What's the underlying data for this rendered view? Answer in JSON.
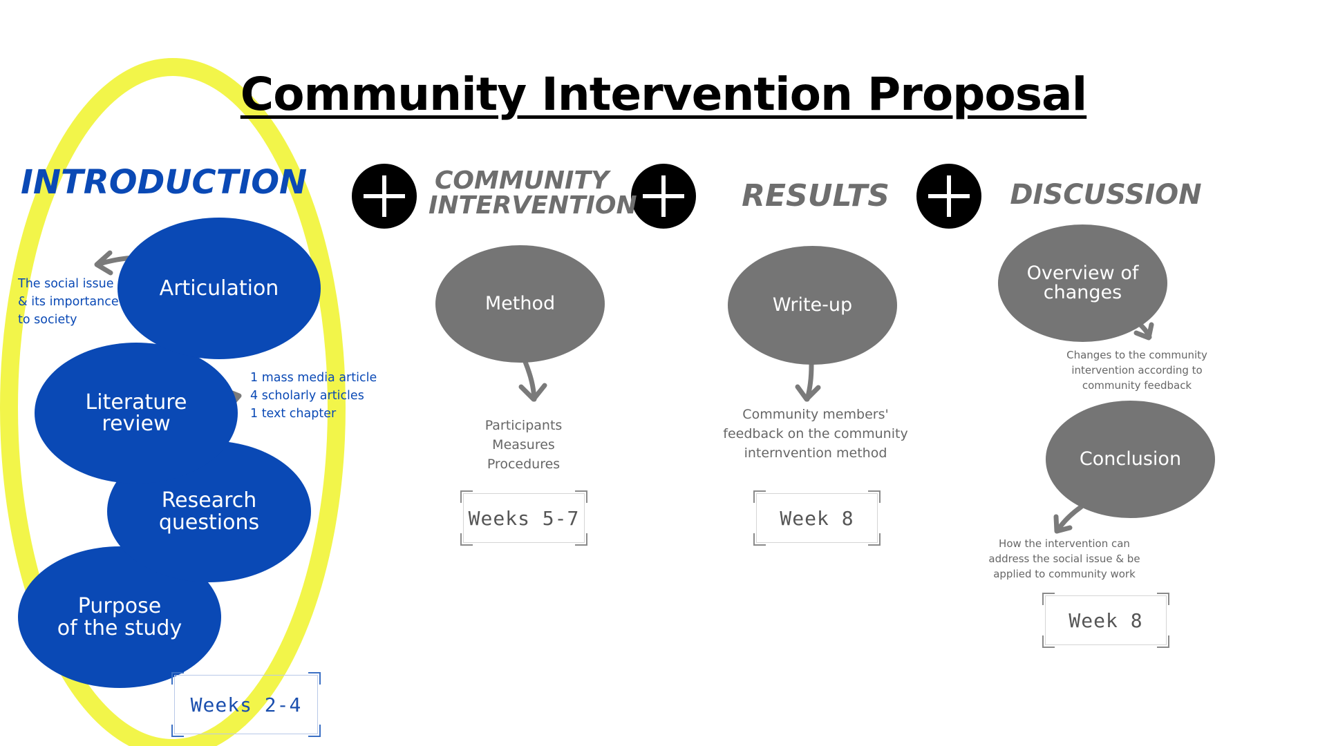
{
  "title": "Community Intervention Proposal",
  "colors": {
    "accent_blue": "#0a49b5",
    "gray": "#757575",
    "highlight_yellow": "#f2f54a",
    "black": "#000000"
  },
  "sections": {
    "introduction": {
      "heading": "INTRODUCTION",
      "items": {
        "articulation": "Articulation",
        "literature_review_1": "Literature",
        "literature_review_2": "review",
        "research_questions_1": "Research",
        "research_questions_2": "questions",
        "purpose_1": "Purpose",
        "purpose_2": "of the study"
      },
      "notes": {
        "social_issue": [
          "The social issue",
          "& its importance",
          "to society"
        ],
        "sources": [
          "1 mass media article",
          "4 scholarly articles",
          "1 text chapter"
        ]
      },
      "weeks": "Weeks 2-4"
    },
    "community_intervention": {
      "heading_1": "COMMUNITY",
      "heading_2": "INTERVENTION",
      "item": "Method",
      "notes": [
        "Participants",
        "Measures",
        "Procedures"
      ],
      "weeks": "Weeks 5-7"
    },
    "results": {
      "heading": "RESULTS",
      "item": "Write-up",
      "notes": [
        "Community members'",
        "feedback on the community",
        "internvention method"
      ],
      "weeks": "Week 8"
    },
    "discussion": {
      "heading": "DISCUSSION",
      "item_1_line1": "Overview of",
      "item_1_line2": "changes",
      "item_2": "Conclusion",
      "notes_changes": [
        "Changes to the community",
        "intervention according to",
        "community feedback"
      ],
      "notes_conclusion": [
        "How the intervention can",
        "address the social issue & be",
        "applied to community work"
      ],
      "weeks": "Week 8"
    }
  },
  "icons": [
    "plus-icon",
    "plus-icon",
    "plus-icon",
    "arrow-icon"
  ]
}
